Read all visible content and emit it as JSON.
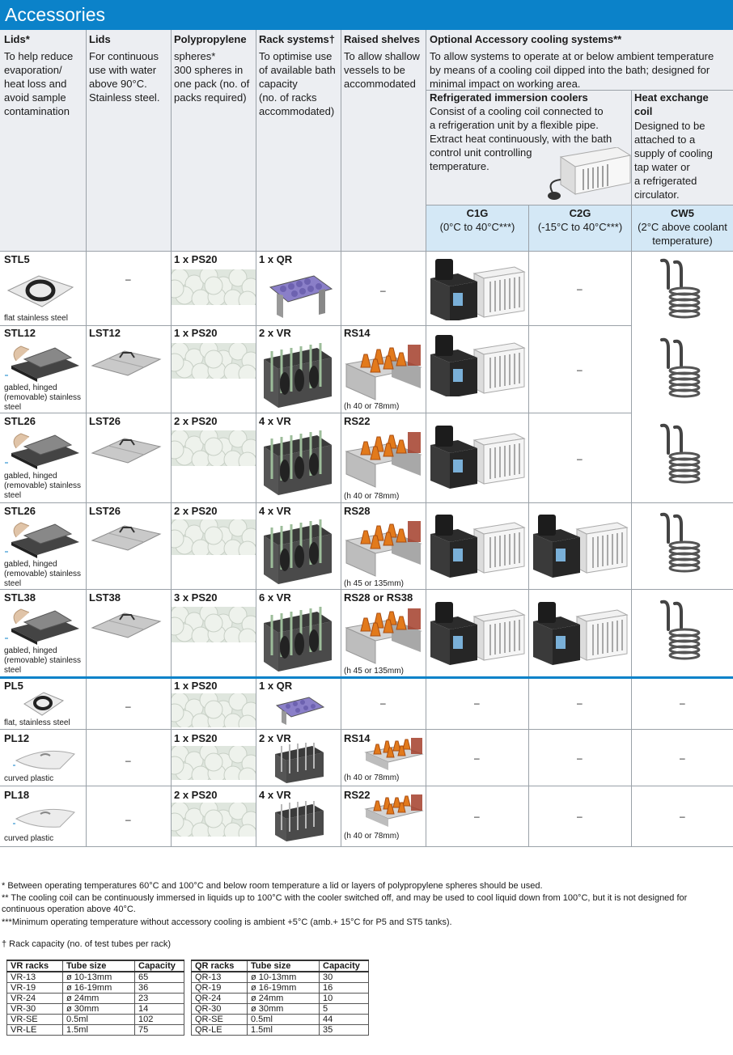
{
  "title": "Accessories",
  "headers": {
    "lids1": {
      "title": "Lids*",
      "desc": "To help reduce\nevaporation/\nheat loss and\navoid sample\ncontamination"
    },
    "lids2": {
      "title": "Lids",
      "desc": "For continuous\nuse with water\nabove 90°C.\nStainless steel."
    },
    "spheres": {
      "title": "Polypropylene",
      "desc": "spheres*\n300 spheres in\none pack (no. of\npacks required)"
    },
    "racks": {
      "title": "Rack systems†",
      "desc": "To optimise use\nof available bath\ncapacity\n(no. of racks\naccommodated)"
    },
    "shelves": {
      "title": "Raised shelves",
      "desc": "To allow shallow\nvessels to be\naccommodated"
    },
    "cooling": {
      "title": "Optional Accessory cooling systems**",
      "desc": "To allow systems to operate at or below ambient temperature\nby means of a cooling coil dipped into the bath; designed for\nminimal impact on working area."
    },
    "refrig": {
      "title": "Refrigerated immersion coolers",
      "desc": "Consist of a cooling coil connected to\na refrigeration unit by a flexible pipe.\nExtract heat continuously, with the bath\ncontrol unit controlling\ntemperature."
    },
    "heatex": {
      "title": "Heat exchange\ncoil",
      "desc": "Designed to be\nattached to a\nsupply of cooling\ntap water or\na refrigerated\ncirculator."
    },
    "c1g": {
      "title": "C1G",
      "desc": "(0°C to 40°C***)"
    },
    "c2g": {
      "title": "C2G",
      "desc": "(-15°C to 40°C***)"
    },
    "cw5": {
      "title": "CW5",
      "desc": "(2°C above coolant\ntemperature)"
    }
  },
  "rows": [
    {
      "lid": "STL5",
      "lid_note": "flat stainless steel",
      "lid2": "–",
      "spheres": "1 x PS20",
      "rack": "1 x QR",
      "shelf": "–",
      "shelf_note": "",
      "c2g": "–",
      "cw5": ""
    },
    {
      "lid": "STL12",
      "lid_note": "gabled, hinged\n(removable) stainless\nsteel",
      "lid2": "LST12",
      "spheres": "1 x PS20",
      "rack": "2 x VR",
      "shelf": "RS14",
      "shelf_note": "(h 40 or 78mm)",
      "c2g": "–",
      "cw5": ""
    },
    {
      "lid": "STL26",
      "lid_note": "gabled, hinged\n(removable) stainless\nsteel",
      "lid2": "LST26",
      "spheres": "2 x PS20",
      "rack": "4 x VR",
      "shelf": "RS22",
      "shelf_note": "(h 40 or 78mm)",
      "c2g": "–",
      "cw5": ""
    },
    {
      "lid": "STL26",
      "lid_note": "gabled, hinged\n(removable) stainless\nsteel",
      "lid2": "LST26",
      "spheres": "2 x PS20",
      "rack": "4 x VR",
      "shelf": "RS28",
      "shelf_note": "(h 45 or 135mm)",
      "c2g": "",
      "cw5": ""
    },
    {
      "lid": "STL38",
      "lid_note": "gabled, hinged\n(removable) stainless\nsteel",
      "lid2": "LST38",
      "spheres": "3 x PS20",
      "rack": "6 x VR",
      "shelf": "RS28 or RS38",
      "shelf_note": "(h 45 or 135mm)",
      "c2g": "",
      "cw5": ""
    },
    {
      "lid": "PL5",
      "lid_note": "flat, stainless steel",
      "lid2": "–",
      "spheres": "1 x PS20",
      "rack": "1 x QR",
      "shelf": "–",
      "shelf_note": "",
      "c1g": "–",
      "c2g": "–",
      "cw5": "–"
    },
    {
      "lid": "PL12",
      "lid_note": "curved plastic",
      "lid2": "–",
      "spheres": "1 x PS20",
      "rack": "2 x VR",
      "shelf": "RS14",
      "shelf_note": "(h 40 or 78mm)",
      "c1g": "–",
      "c2g": "–",
      "cw5": "–"
    },
    {
      "lid": "PL18",
      "lid_note": "curved plastic",
      "lid2": "–",
      "spheres": "2 x PS20",
      "rack": "4 x VR",
      "shelf": "RS22",
      "shelf_note": "(h 40 or 78mm)",
      "c1g": "–",
      "c2g": "–",
      "cw5": "–"
    }
  ],
  "footnotes": {
    "star1": "*    Between operating temperatures 60°C and 100°C and below room temperature a lid or layers of polypropylene spheres should be used.",
    "star2": "**  The cooling coil can be continuously immersed in liquids up to 100°C with the cooler switched off, and may be used to cool liquid down from 100°C, but it is not designed for\n      continuous operation above 40°C.",
    "star3": "***Minimum operating temperature without accessory cooling is ambient +5°C (amb.+ 15°C for P5 and ST5 tanks).",
    "dagger": "† Rack capacity (no. of test tubes per rack)"
  },
  "vr_table": {
    "header": [
      "VR racks",
      "Tube size",
      "Capacity"
    ],
    "rows": [
      [
        "VR-13",
        "ø 10-13mm",
        "65"
      ],
      [
        "VR-19",
        "ø 16-19mm",
        "36"
      ],
      [
        "VR-24",
        "ø  24mm",
        "23"
      ],
      [
        "VR-30",
        "ø  30mm",
        "14"
      ],
      [
        "VR-SE",
        "0.5ml",
        "102"
      ],
      [
        "VR-LE",
        "1.5ml",
        "75"
      ]
    ]
  },
  "qr_table": {
    "header": [
      "QR racks",
      "Tube size",
      "Capacity"
    ],
    "rows": [
      [
        "QR-13",
        "ø 10-13mm",
        "30"
      ],
      [
        "QR-19",
        "ø 16-19mm",
        "16"
      ],
      [
        "QR-24",
        "ø  24mm",
        "10"
      ],
      [
        "QR-30",
        "ø  30mm",
        "5"
      ],
      [
        "QR-SE",
        "0.5ml",
        "44"
      ],
      [
        "QR-LE",
        "1.5ml",
        "35"
      ]
    ]
  },
  "colors": {
    "brand_blue": "#0b82c9",
    "header_bg": "#eceef2",
    "cooler_header_bg": "#d4e8f6"
  }
}
